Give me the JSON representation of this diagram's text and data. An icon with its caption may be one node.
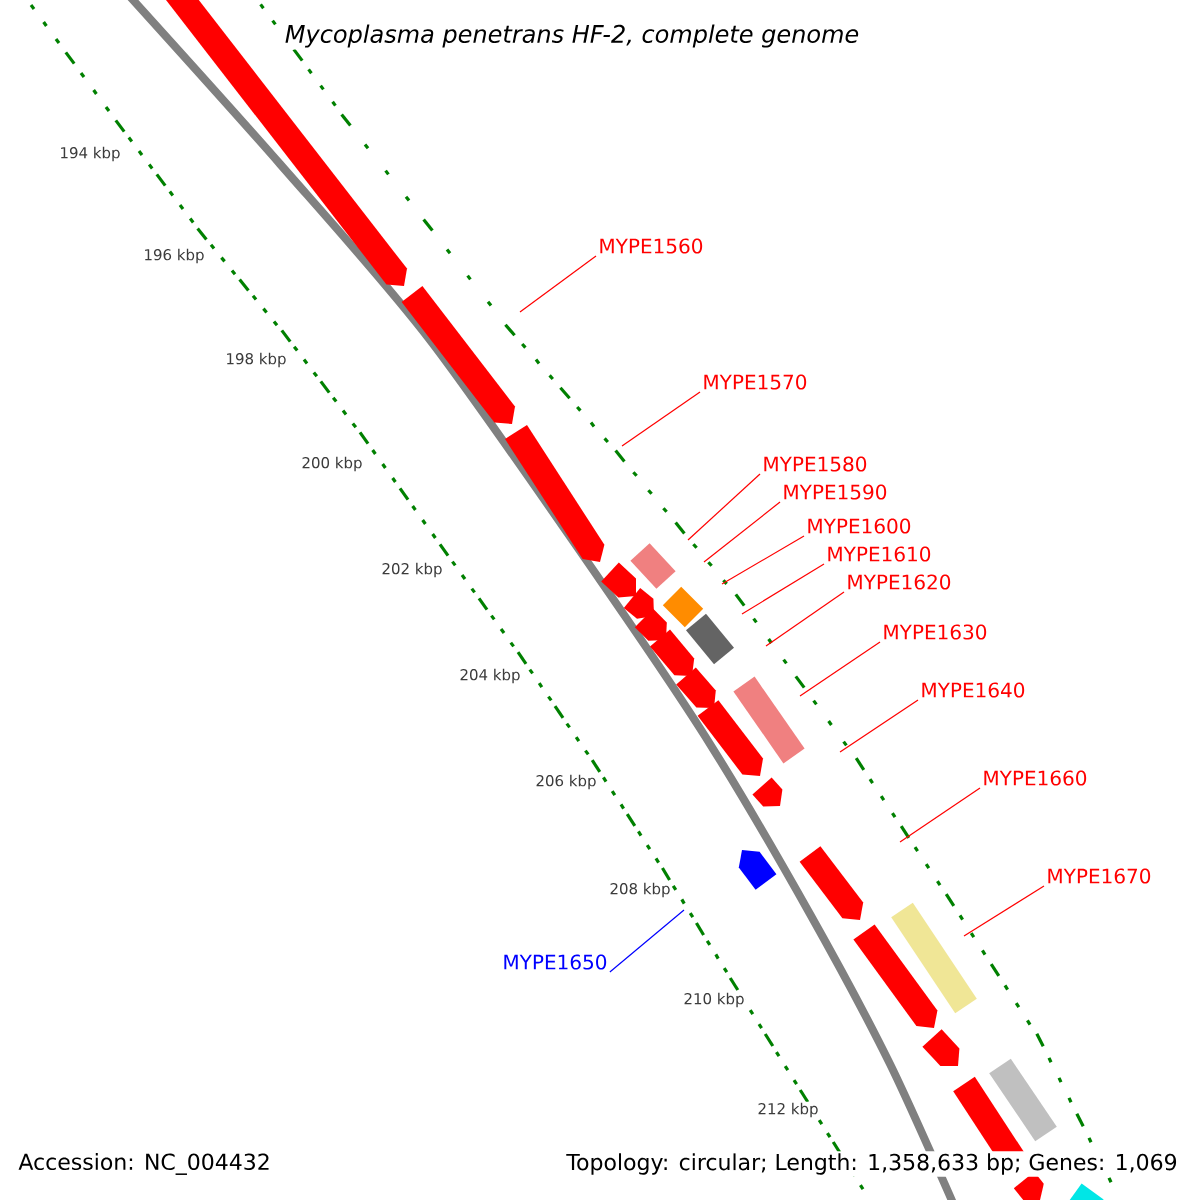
{
  "diagram": {
    "title": "Mycoplasma penetrans HF-2, complete genome",
    "nodes": [
      {
        "text": [
          "MYPE1560"
        ]
      },
      {
        "text": [
          "MYPE1570"
        ]
      },
      {
        "text": [
          "MYPE1580"
        ]
      },
      {
        "text": [
          "MYPE1590"
        ]
      },
      {
        "text": [
          "MYPE1600"
        ]
      },
      {
        "text": [
          "MYPE1610"
        ]
      },
      {
        "text": [
          "MYPE1620"
        ]
      },
      {
        "text": [
          "MYPE1630"
        ]
      },
      {
        "text": [
          "MYPE1640"
        ]
      },
      {
        "text": [
          "MYPE1660"
        ]
      },
      {
        "text": [
          "MYPE1670"
        ]
      },
      {
        "text": [
          "MYPE1650"
        ]
      }
    ],
    "edges": [
      {
        "from": 0,
        "to": null,
        "arrow": "none"
      },
      {
        "from": 1,
        "to": null,
        "arrow": "none"
      },
      {
        "from": 2,
        "to": null,
        "arrow": "none"
      },
      {
        "from": 3,
        "to": null,
        "arrow": "none"
      },
      {
        "from": 4,
        "to": null,
        "arrow": "none"
      },
      {
        "from": 5,
        "to": null,
        "arrow": "none"
      },
      {
        "from": 6,
        "to": null,
        "arrow": "none"
      },
      {
        "from": 7,
        "to": null,
        "arrow": "none"
      },
      {
        "from": 8,
        "to": null,
        "arrow": "none"
      },
      {
        "from": 9,
        "to": null,
        "arrow": "none"
      },
      {
        "from": 10,
        "to": null,
        "arrow": "none"
      },
      {
        "from": 11,
        "to": null,
        "arrow": "none",
        "color": "#0000ff"
      }
    ],
    "labels": [
      "194 kbp",
      "196 kbp",
      "198 kbp",
      "200 kbp",
      "202 kbp",
      "204 kbp",
      "206 kbp",
      "208 kbp",
      "210 kbp",
      "212 kbp",
      "Accession: NC_004432",
      "Topology: circular; Length: 1,358,633 bp; Genes: 1,069"
    ]
  }
}
